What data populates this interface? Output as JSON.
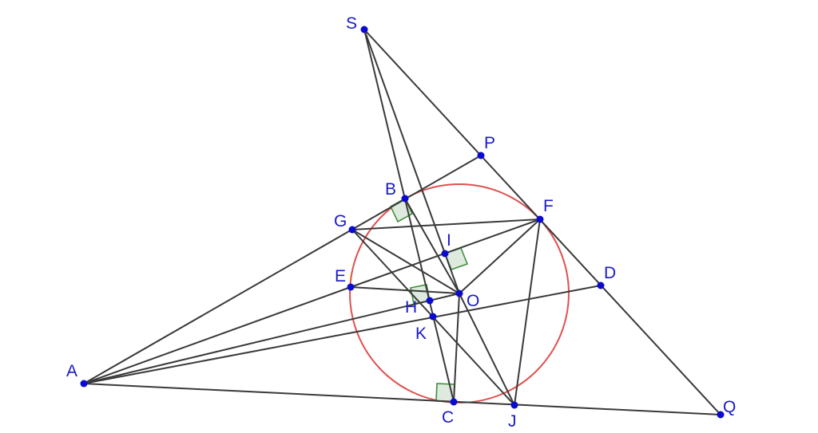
{
  "points": {
    "S": "S",
    "P": "P",
    "B": "B",
    "F": "F",
    "G": "G",
    "I": "I",
    "E": "E",
    "O": "O",
    "H": "H",
    "K": "K",
    "D": "D",
    "A": "A",
    "C": "C",
    "J": "J",
    "Q": "Q"
  },
  "colors": {
    "circle": "#e05050",
    "line": "#3a3a3a",
    "point": "#0a0ad0",
    "right_angle": "#3f8f3f"
  }
}
